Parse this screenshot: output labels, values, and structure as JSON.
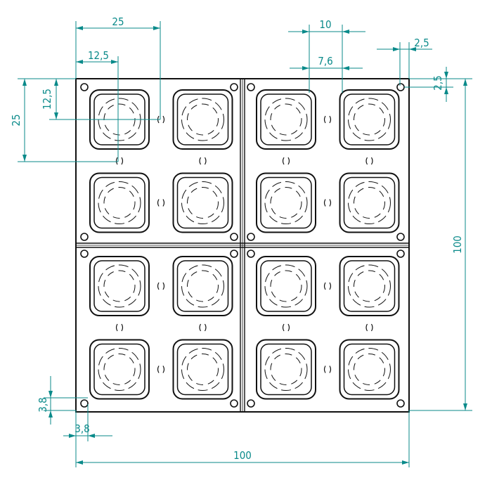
{
  "colors": {
    "dimension": "#0a8a8a",
    "outline": "#111111",
    "background": "#ffffff"
  },
  "dimensions": {
    "overall_width": "100",
    "overall_height": "100",
    "cell_pitch_x": "25",
    "cell_offset_x": "12,5",
    "cell_pitch_y": "25",
    "cell_offset_y": "12,5",
    "hole_spacing": "10",
    "hole_spacing_inner": "7,6",
    "corner_hole_x_top": "2,5",
    "corner_hole_y_top": "2,5",
    "corner_hole_y_bottom": "3,8",
    "corner_hole_x_bottom": "3,8"
  }
}
